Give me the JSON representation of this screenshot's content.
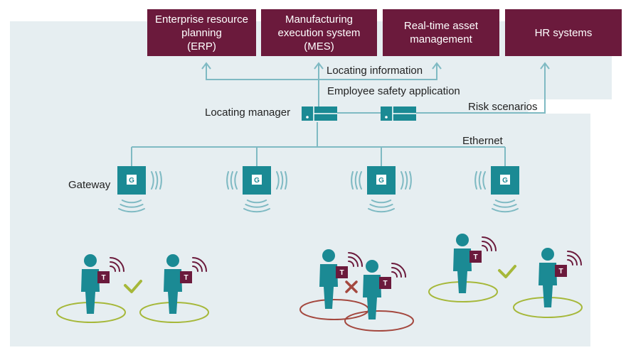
{
  "systems": {
    "erp": "Enterprise resource\nplanning\n(ERP)",
    "mes": "Manufacturing\nexecution system\n(MES)",
    "ram": "Real-time asset\nmanagement",
    "hr": "HR systems"
  },
  "labels": {
    "locating_information": "Locating information",
    "employee_safety_application": "Employee safety application",
    "locating_manager": "Locating manager",
    "risk_scenarios": "Risk scenarios",
    "ethernet": "Ethernet",
    "gateway": "Gateway",
    "gateway_badge": "G",
    "tag_badge": "T"
  },
  "colors": {
    "system_box": "#6b1a3c",
    "building": "#e6eef1",
    "teal": "#1b8a94",
    "line": "#7fbac3",
    "ok_ring": "#a6b83a",
    "conflict_ring": "#a4483f",
    "tag": "#6b1a3c"
  }
}
